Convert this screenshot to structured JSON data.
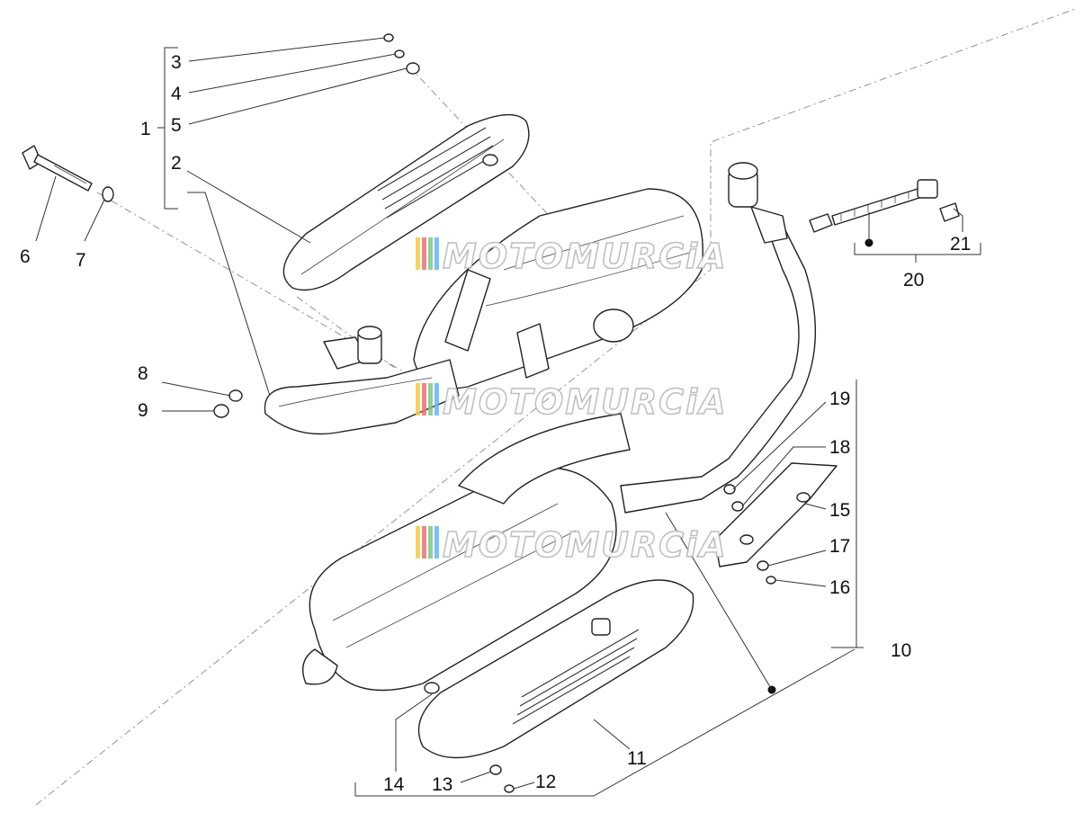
{
  "watermark": {
    "text": "MOTOMURCiA",
    "colors": [
      "#f2c94c",
      "#e57373",
      "#81c784",
      "#64b5f6"
    ]
  },
  "callouts": {
    "c1": "1",
    "c2": "2",
    "c3": "3",
    "c4": "4",
    "c5": "5",
    "c6": "6",
    "c7": "7",
    "c8": "8",
    "c9": "9",
    "c10": "10",
    "c11": "11",
    "c12": "12",
    "c13": "13",
    "c14": "14",
    "c15": "15",
    "c16": "16",
    "c17": "17",
    "c18": "18",
    "c19": "19",
    "c20": "20",
    "c21": "21"
  }
}
